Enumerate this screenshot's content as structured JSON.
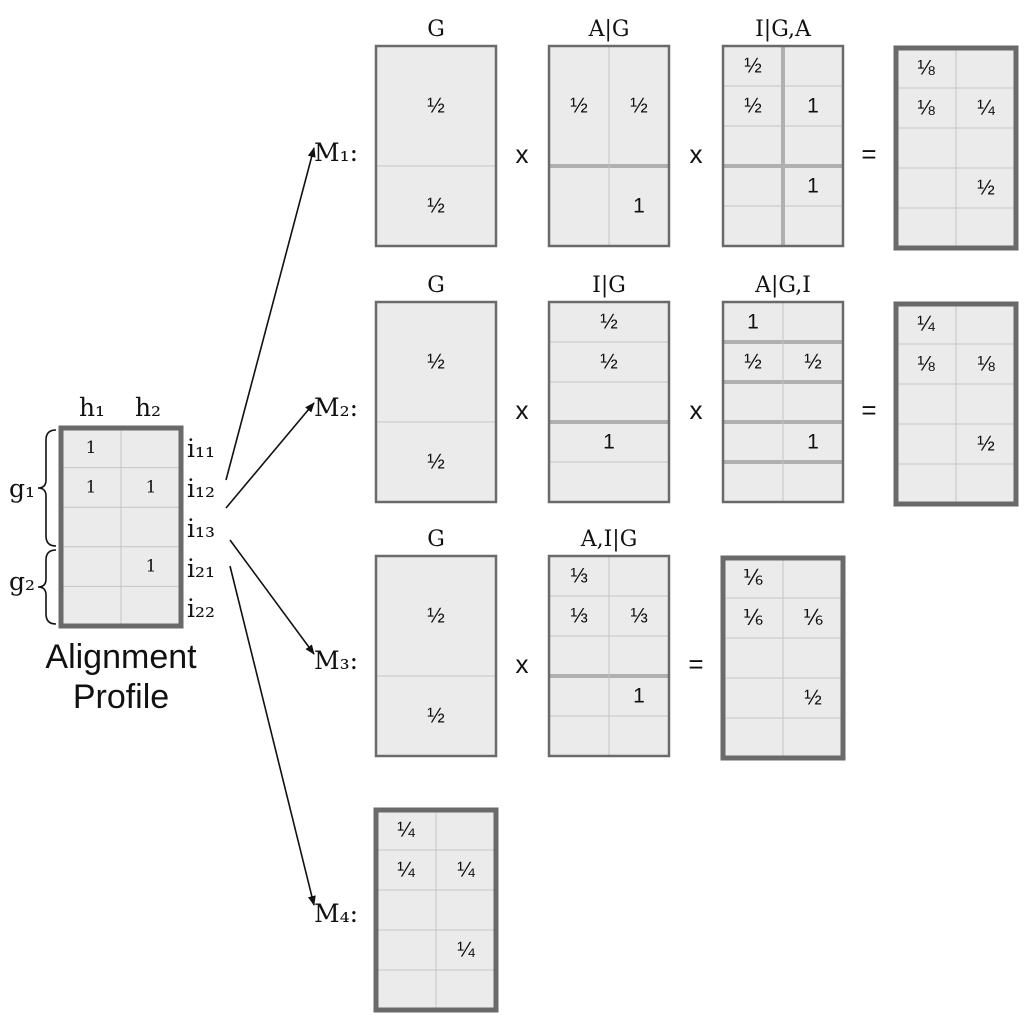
{
  "profile": {
    "columns": [
      "h₁",
      "h₂"
    ],
    "rows": [
      "i₁₁",
      "i₁₂",
      "i₁₃",
      "i₂₁",
      "i₂₂"
    ],
    "groups": [
      "g₁",
      "g₂"
    ],
    "cells": [
      [
        "1",
        ""
      ],
      [
        "1",
        "1"
      ],
      [
        "",
        ""
      ],
      [
        "",
        "1"
      ],
      [
        "",
        ""
      ]
    ],
    "caption_line1": "Alignment",
    "caption_line2": "Profile"
  },
  "models": [
    {
      "label": "M₁:",
      "factors": [
        {
          "title": "G",
          "cells": [
            [
              "½"
            ],
            [
              "½"
            ]
          ]
        },
        {
          "title": "A|G",
          "cells": [
            [
              "½",
              "½"
            ],
            [
              "",
              "1"
            ]
          ]
        },
        {
          "title": "I|G,A",
          "cells": [
            [
              "½",
              ""
            ],
            [
              "½",
              "1"
            ],
            [
              "",
              ""
            ],
            [
              "",
              "1"
            ],
            [
              "",
              ""
            ]
          ]
        }
      ],
      "operators": [
        "x",
        "x",
        "="
      ],
      "result": [
        [
          "⅛",
          ""
        ],
        [
          "⅛",
          "¼"
        ],
        [
          "",
          ""
        ],
        [
          "",
          "½"
        ],
        [
          "",
          ""
        ]
      ]
    },
    {
      "label": "M₂:",
      "factors": [
        {
          "title": "G",
          "cells": [
            [
              "½"
            ],
            [
              "½"
            ]
          ]
        },
        {
          "title": "I|G",
          "cells": [
            [
              "½"
            ],
            [
              "½"
            ],
            [
              ""
            ],
            [
              "1"
            ],
            [
              ""
            ]
          ]
        },
        {
          "title": "A|G,I",
          "cells": [
            [
              "1",
              ""
            ],
            [
              "½",
              "½"
            ],
            [
              "",
              ""
            ],
            [
              "",
              "1"
            ],
            [
              "",
              ""
            ]
          ]
        }
      ],
      "operators": [
        "x",
        "x",
        "="
      ],
      "result": [
        [
          "¼",
          ""
        ],
        [
          "⅛",
          "⅛"
        ],
        [
          "",
          ""
        ],
        [
          "",
          "½"
        ],
        [
          "",
          ""
        ]
      ]
    },
    {
      "label": "M₃:",
      "factors": [
        {
          "title": "G",
          "cells": [
            [
              "½"
            ],
            [
              "½"
            ]
          ]
        },
        {
          "title": "A,I|G",
          "cells": [
            [
              "⅓",
              ""
            ],
            [
              "⅓",
              "⅓"
            ],
            [
              "",
              ""
            ],
            [
              "",
              "1"
            ],
            [
              "",
              ""
            ]
          ]
        }
      ],
      "operators": [
        "x",
        "="
      ],
      "result": [
        [
          "⅙",
          ""
        ],
        [
          "⅙",
          "⅙"
        ],
        [
          "",
          ""
        ],
        [
          "",
          "½"
        ],
        [
          "",
          ""
        ]
      ]
    },
    {
      "label": "M₄:",
      "factors": [],
      "operators": [],
      "result": [
        [
          "¼",
          ""
        ],
        [
          "¼",
          "¼"
        ],
        [
          "",
          ""
        ],
        [
          "",
          "¼"
        ],
        [
          "",
          ""
        ]
      ]
    }
  ]
}
